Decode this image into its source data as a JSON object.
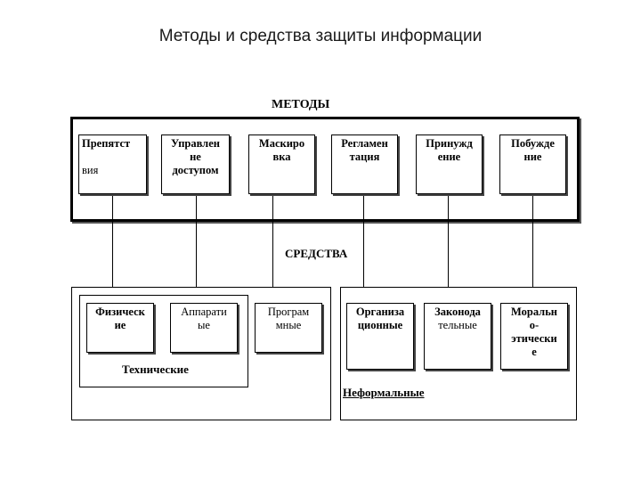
{
  "slide": {
    "title": "Методы и средства защиты информации"
  },
  "methods": {
    "heading": "МЕТОДЫ",
    "items": [
      {
        "line1": "Препятст",
        "line2": "",
        "line3": "вия"
      },
      {
        "line1": "Управлен",
        "line2": "не",
        "line3": "доступом"
      },
      {
        "line1": "Маскиро",
        "line2": "вка",
        "line3": ""
      },
      {
        "line1": "Регламен",
        "line2": "тация",
        "line3": ""
      },
      {
        "line1": "Принужд",
        "line2": "ение",
        "line3": ""
      },
      {
        "line1": "Побужде",
        "line2": "ние",
        "line3": ""
      }
    ]
  },
  "means": {
    "heading": "СРЕДСТВА",
    "technical": {
      "label": "Технические",
      "items": [
        {
          "line1": "Физическ",
          "line2": "ие"
        },
        {
          "line1": "Аппарати",
          "line2": "ые"
        }
      ]
    },
    "software": {
      "line1": "Програм",
      "line2": "мные"
    },
    "informal": {
      "label": "Неформальные",
      "items": [
        {
          "line1": "Организа",
          "line2": "ционные",
          "line3": ""
        },
        {
          "line1": "Законода",
          "line2": "тельные",
          "line3": ""
        },
        {
          "line1": "Моральн",
          "line2": "о-",
          "line3": "этически",
          "line4": "е"
        }
      ]
    }
  }
}
